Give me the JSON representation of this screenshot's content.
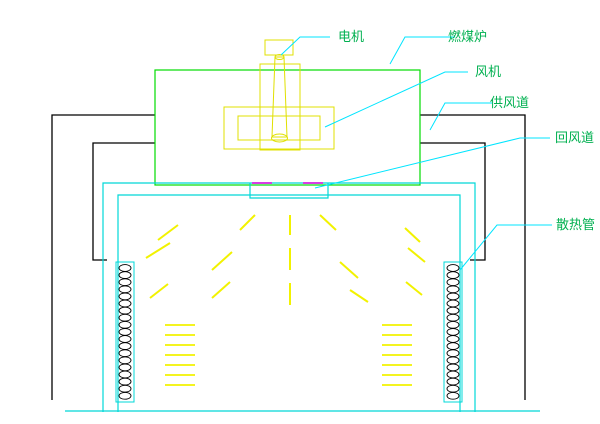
{
  "labels": {
    "motor": "电机",
    "coal_stove": "燃煤炉",
    "fan": "风机",
    "supply_duct": "供风道",
    "return_duct": "回风道",
    "radiator_pipe": "散热管"
  },
  "colors": {
    "background": "#ffffff",
    "label_text": "#00b050",
    "leader": "#00e5ff",
    "stove": "#00dd00",
    "motor_fan": "#e0e000",
    "outer_duct": "#000000",
    "chamber": "#00d8d8",
    "vent": "#e000e0",
    "airflow": "#f2f200"
  }
}
